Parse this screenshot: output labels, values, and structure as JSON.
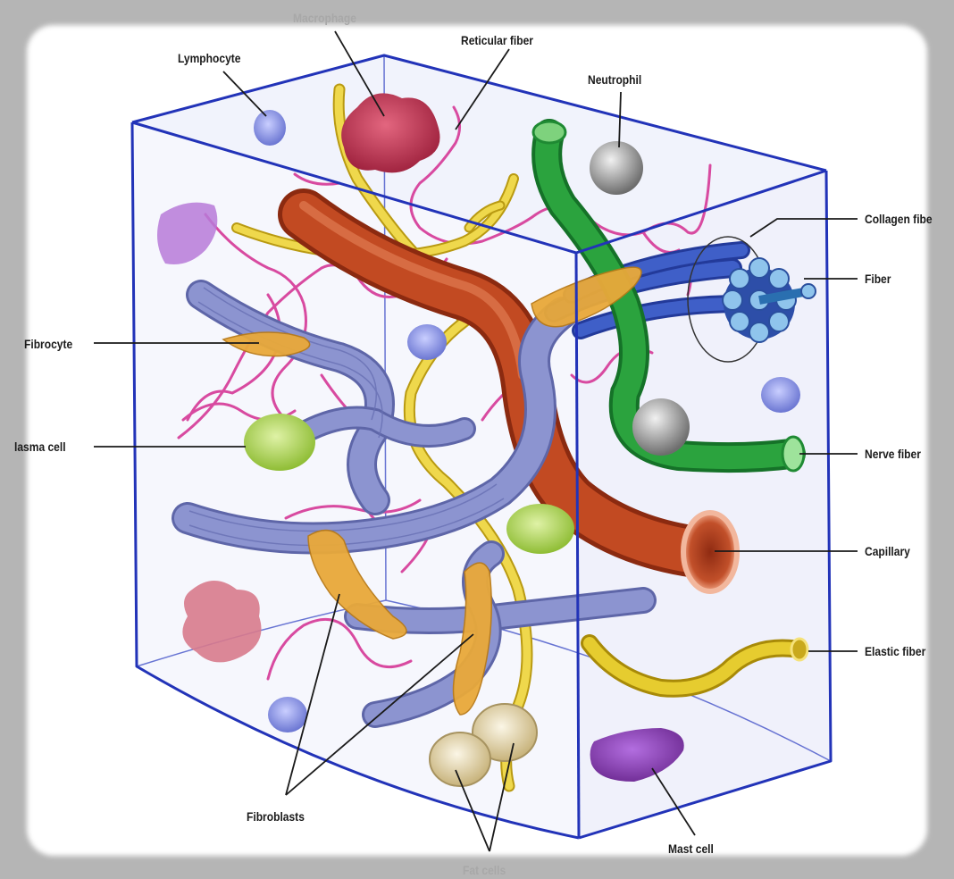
{
  "labels": {
    "macrophage": "Macrophage",
    "reticular_fiber": "Reticular fiber",
    "lymphocyte": "Lymphocyte",
    "neutrophil": "Neutrophil",
    "collagen_fiber": "Collagen fibe",
    "fiber": "Fiber",
    "fibrocyte": "Fibrocyte",
    "plasma_cell": "lasma cell",
    "nerve_fiber": "Nerve fiber",
    "capillary": "Capillary",
    "elastic_fiber": "Elastic fiber",
    "fibroblasts": "Fibroblasts",
    "mast_cell": "Mast cell",
    "fat_cells": "Fat cells"
  },
  "colors": {
    "frame": "#2233b8",
    "collagen": "#7d86c2",
    "reticular": "#d84aa0",
    "elastic": "#e8cf3a",
    "capillary": "#c24a22",
    "nerve": "#25a03c",
    "fibroblast": "#e9a93a",
    "macrophage": "#c0304f",
    "mast_cell": "#8a3fae",
    "plasma_cell": "#a6cc4a",
    "neutrophil": "#8c8c8c",
    "lymphocyte": "#6a78d6",
    "fat_cell": "#d8c9a0"
  },
  "icons": {
    "tissue_block": "connective-tissue-block-illustration"
  }
}
